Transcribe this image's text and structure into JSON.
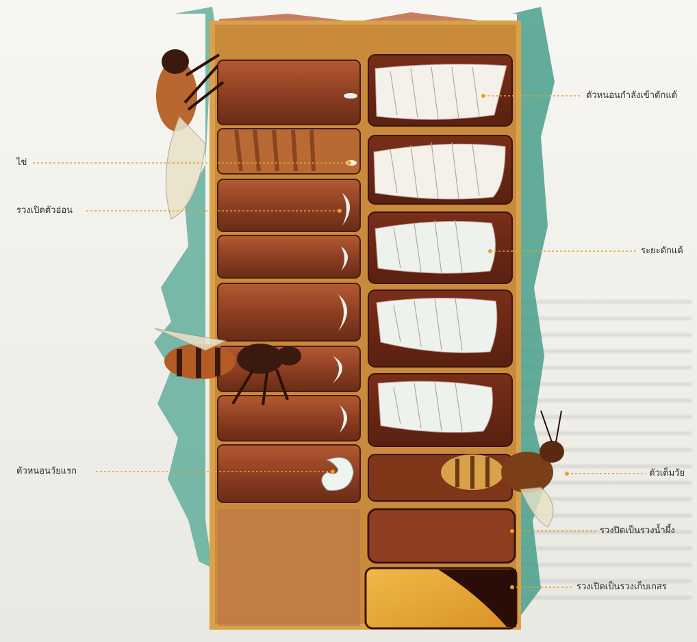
{
  "diagram": {
    "labels_left": [
      {
        "id": "egg",
        "text": "ไข่"
      },
      {
        "id": "open-young-larva-cell",
        "text": "รวงเปิดตัวอ่อน"
      },
      {
        "id": "curled-larva",
        "text": "ตัวหนอนวัยแรก"
      }
    ],
    "labels_right": [
      {
        "id": "larva-entering-pupa",
        "text": "ตัวหนอนกำลังเข้าดักแด้"
      },
      {
        "id": "pupa-stage",
        "text": "ระยะดักแด้"
      },
      {
        "id": "adult-bee",
        "text": "ตัวเต็มวัย"
      },
      {
        "id": "capped-honey-cell",
        "text": "รวงปิดเป็นรวงน้ำผึ้ง"
      },
      {
        "id": "open-pollen-cell",
        "text": "รวงเปิดเป็นรวงเก็บเกสร"
      }
    ],
    "colors": {
      "leader_line": "#e3a32a",
      "frame_wax": "#d9a24a",
      "cell_brown": "#9a4a2a",
      "cell_dark": "#5a2412",
      "pupa_white": "#f3f1ea",
      "teal_wash": "#3f9a86",
      "honey": "#e6a93a"
    }
  }
}
